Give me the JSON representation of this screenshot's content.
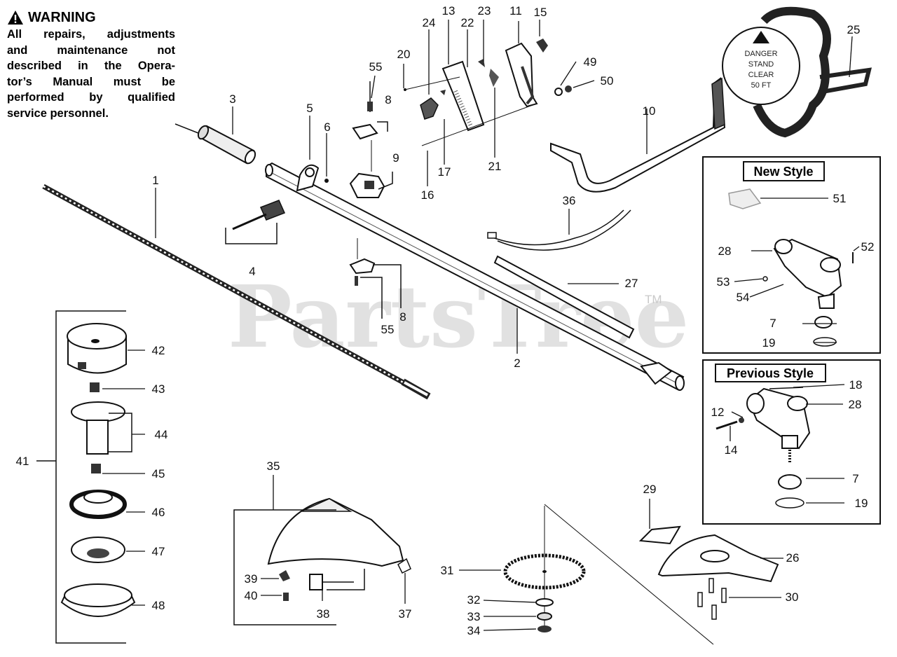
{
  "warning": {
    "title": "WARNING",
    "lines": [
      "All repairs, adjustments",
      "and maintenance not",
      "described in the Opera-",
      "tor’s Manual must be",
      "performed by qualified",
      "service personnel."
    ]
  },
  "watermark": {
    "text": "PartsTree",
    "tm": "TM"
  },
  "sticker": {
    "lines": [
      "DANGER",
      "STAND",
      "CLEAR",
      "50 FT"
    ]
  },
  "panels": {
    "new_style": "New Style",
    "previous_style": "Previous Style"
  },
  "callouts": {
    "n1": "1",
    "n2": "2",
    "n3": "3",
    "n4": "4",
    "n5": "5",
    "n6": "6",
    "n7_new": "7",
    "n7_prev": "7",
    "n8_top": "8",
    "n8_bottom": "8",
    "n9": "9",
    "n10": "10",
    "n11": "11",
    "n12": "12",
    "n13": "13",
    "n14": "14",
    "n15": "15",
    "n16": "16",
    "n17": "17",
    "n18": "18",
    "n19_new": "19",
    "n19_prev": "19",
    "n20": "20",
    "n21": "21",
    "n22": "22",
    "n23": "23",
    "n24": "24",
    "n25": "25",
    "n26": "26",
    "n27": "27",
    "n28_new": "28",
    "n28_prev": "28",
    "n29": "29",
    "n30": "30",
    "n31": "31",
    "n32": "32",
    "n33": "33",
    "n34": "34",
    "n35": "35",
    "n36": "36",
    "n37": "37",
    "n38": "38",
    "n39": "39",
    "n40": "40",
    "n41": "41",
    "n42": "42",
    "n43": "43",
    "n44": "44",
    "n45": "45",
    "n46": "46",
    "n47": "47",
    "n48": "48",
    "n49": "49",
    "n50": "50",
    "n51": "51",
    "n52": "52",
    "n53": "53",
    "n54": "54",
    "n55_top": "55",
    "n55_bottom": "55"
  }
}
